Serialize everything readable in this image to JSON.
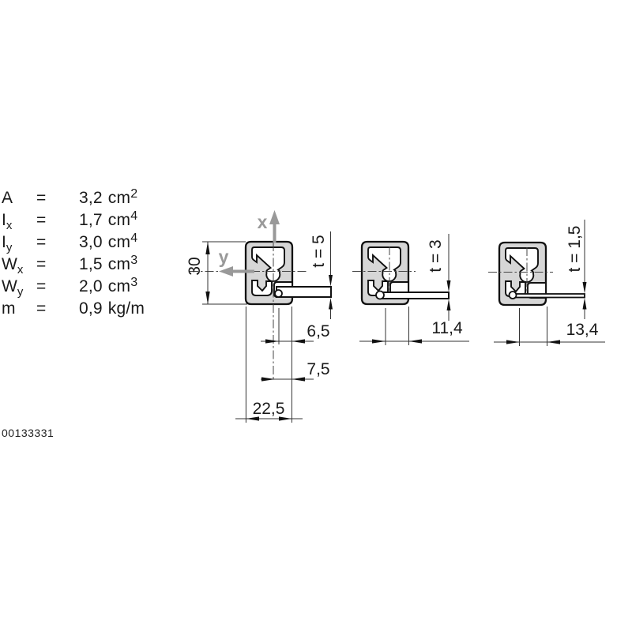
{
  "colors": {
    "profile_fill": "#d6d6d6",
    "outline": "#111111",
    "dimension_lines": "#333333",
    "axis_gray": "#999999",
    "background": "#ffffff"
  },
  "properties": {
    "equals": "=",
    "rows": [
      {
        "sym": "A",
        "sub": "",
        "num": "3,2",
        "unit": "cm",
        "exp": "2"
      },
      {
        "sym": "I",
        "sub": "x",
        "num": "1,7",
        "unit": "cm",
        "exp": "4"
      },
      {
        "sym": "I",
        "sub": "y",
        "num": "3,0",
        "unit": "cm",
        "exp": "4"
      },
      {
        "sym": "W",
        "sub": "x",
        "num": "1,5",
        "unit": "cm",
        "exp": "3"
      },
      {
        "sym": "W",
        "sub": "y",
        "num": "2,0",
        "unit": "cm",
        "exp": "3"
      },
      {
        "sym": "m",
        "sub": "",
        "num": "0,9",
        "unit": "kg/m",
        "exp": ""
      }
    ]
  },
  "views": [
    {
      "name": "profile with tab t=5",
      "height": "30",
      "thickness": "t = 5",
      "dims": {
        "a": "6,5",
        "b": "7,5",
        "c": "22,5"
      },
      "axes": {
        "x": "x",
        "y": "y"
      }
    },
    {
      "name": "profile with tab t=3",
      "thickness": "t = 3",
      "dims": {
        "a": "11,4"
      }
    },
    {
      "name": "profile with tab t=1,5",
      "thickness": "t = 1,5",
      "dims": {
        "a": "13,4"
      }
    }
  ],
  "drawing_number": "00133331"
}
